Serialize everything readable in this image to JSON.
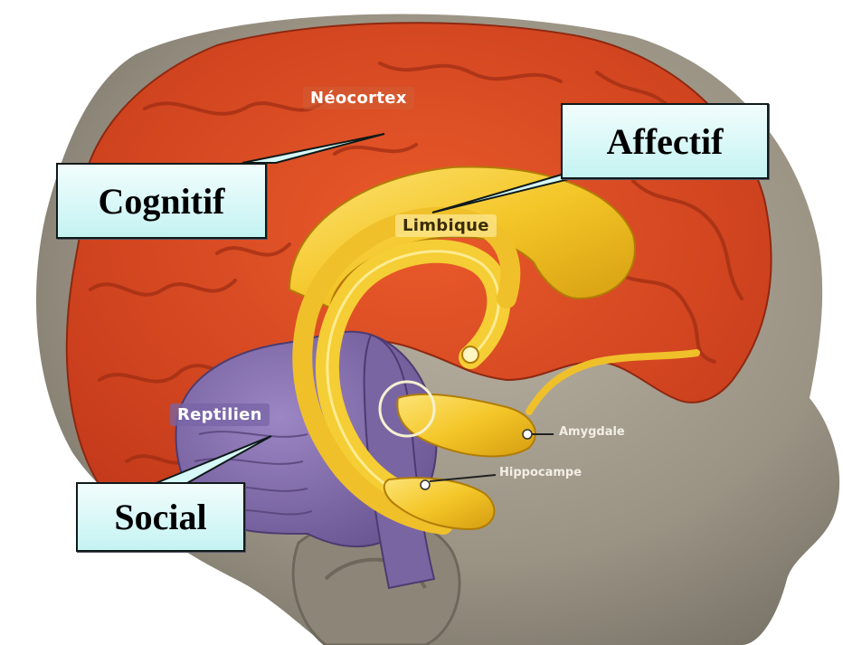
{
  "callouts": {
    "cognitif": "Cognitif",
    "affectif": "Affectif",
    "social": "Social"
  },
  "regions": {
    "neocortex": "Néocortex",
    "limbique": "Limbique",
    "reptilien": "Reptilien",
    "amygdale": "Amygdale",
    "hippocampe": "Hippocampe"
  },
  "colors": {
    "neocortex": "#d8461f",
    "limbic": "#f2c324",
    "reptilian": "#7b63a3",
    "callout_fill": "#d6f8f7",
    "skin": "#a39c8d"
  }
}
